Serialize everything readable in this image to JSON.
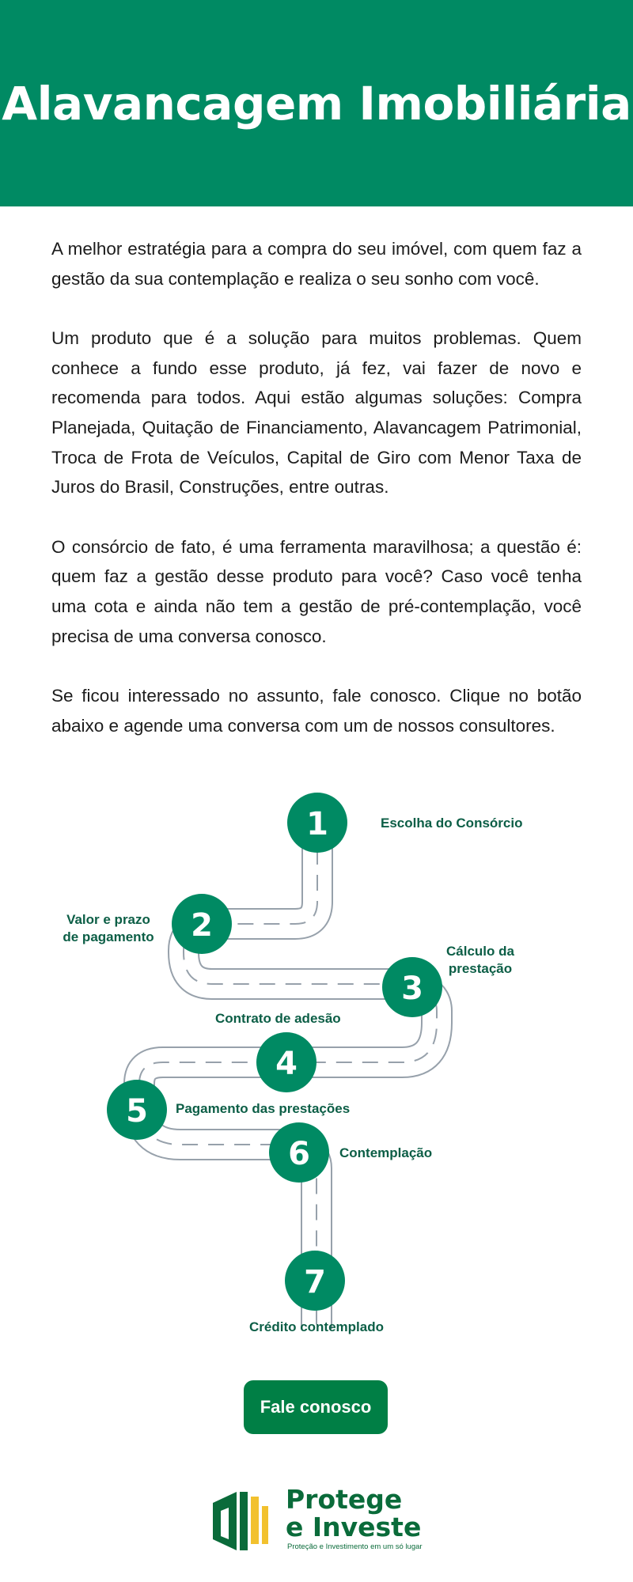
{
  "header": {
    "title": "Alavancagem Imobiliária"
  },
  "body": {
    "paragraphs": [
      "A melhor estratégia para a compra do seu imóvel, com quem faz a gestão da sua contemplação e realiza o seu sonho com você.",
      "Um produto que é a solução para muitos problemas. Quem conhece a fundo esse produto, já fez, vai fazer de novo e recomenda para todos. Aqui estão algumas soluções: Compra Planejada, Quitação de Financiamento, Alavancagem Patrimonial, Troca de Frota de Veículos, Capital de Giro com Menor Taxa de Juros do Brasil, Construções, entre outras.",
      "O consórcio de fato, é uma ferramenta maravilhosa; a questão é: quem faz a gestão desse produto para você? Caso você tenha uma cota e ainda não tem a gestão de pré-contemplação, você precisa de uma conversa conosco.",
      "Se ficou interessado no assunto, fale conosco. Clique no botão abaixo e agende uma conversa com um de nossos consultores."
    ]
  },
  "journey": {
    "steps": [
      {
        "number": "1",
        "label": "Escolha do Consórcio"
      },
      {
        "number": "2",
        "label": "Valor e prazo de pagamento",
        "lines": [
          "Valor e prazo",
          "de pagamento"
        ]
      },
      {
        "number": "3",
        "label": "Cálculo da prestação",
        "lines": [
          "Cálculo da",
          "prestação"
        ]
      },
      {
        "number": "4",
        "label": "Contrato de adesão"
      },
      {
        "number": "5",
        "label": "Pagamento das prestações"
      },
      {
        "number": "6",
        "label": "Contemplação"
      },
      {
        "number": "7",
        "label": "Crédito contemplado"
      }
    ]
  },
  "cta": {
    "label": "Fale conosco"
  },
  "logo": {
    "brand_line1": "Protege",
    "brand_line2": "e Investe",
    "tagline": "Proteção e Investimento em um só lugar"
  },
  "colors": {
    "header_bg": "#008a63",
    "step_circle": "#008a63",
    "step_label": "#0c5e46",
    "road_edge": "#97a1ab",
    "button_bg": "#007f45",
    "logo_green": "#0a6b3a",
    "logo_yellow": "#f2c12e"
  }
}
